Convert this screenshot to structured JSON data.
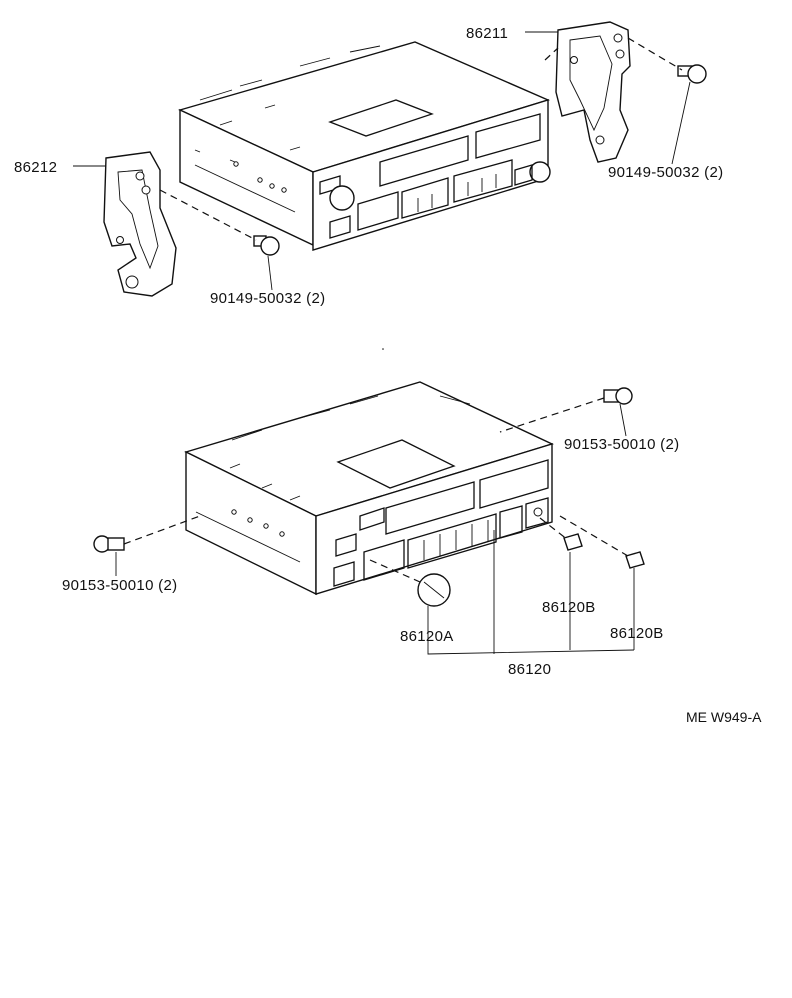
{
  "diagram": {
    "reference_code": "ME W949-A",
    "labels": {
      "bracket_right": "86211",
      "bracket_left": "86212",
      "screw_upper_right": "90149-50032 (2)",
      "screw_upper_left": "90149-50032 (2)",
      "screw_lower_right": "90153-50010 (2)",
      "screw_lower_left": "90153-50010 (2)",
      "knob": "86120A",
      "button_center": "86120B",
      "button_right": "86120B",
      "radio_assembly": "86120"
    }
  }
}
